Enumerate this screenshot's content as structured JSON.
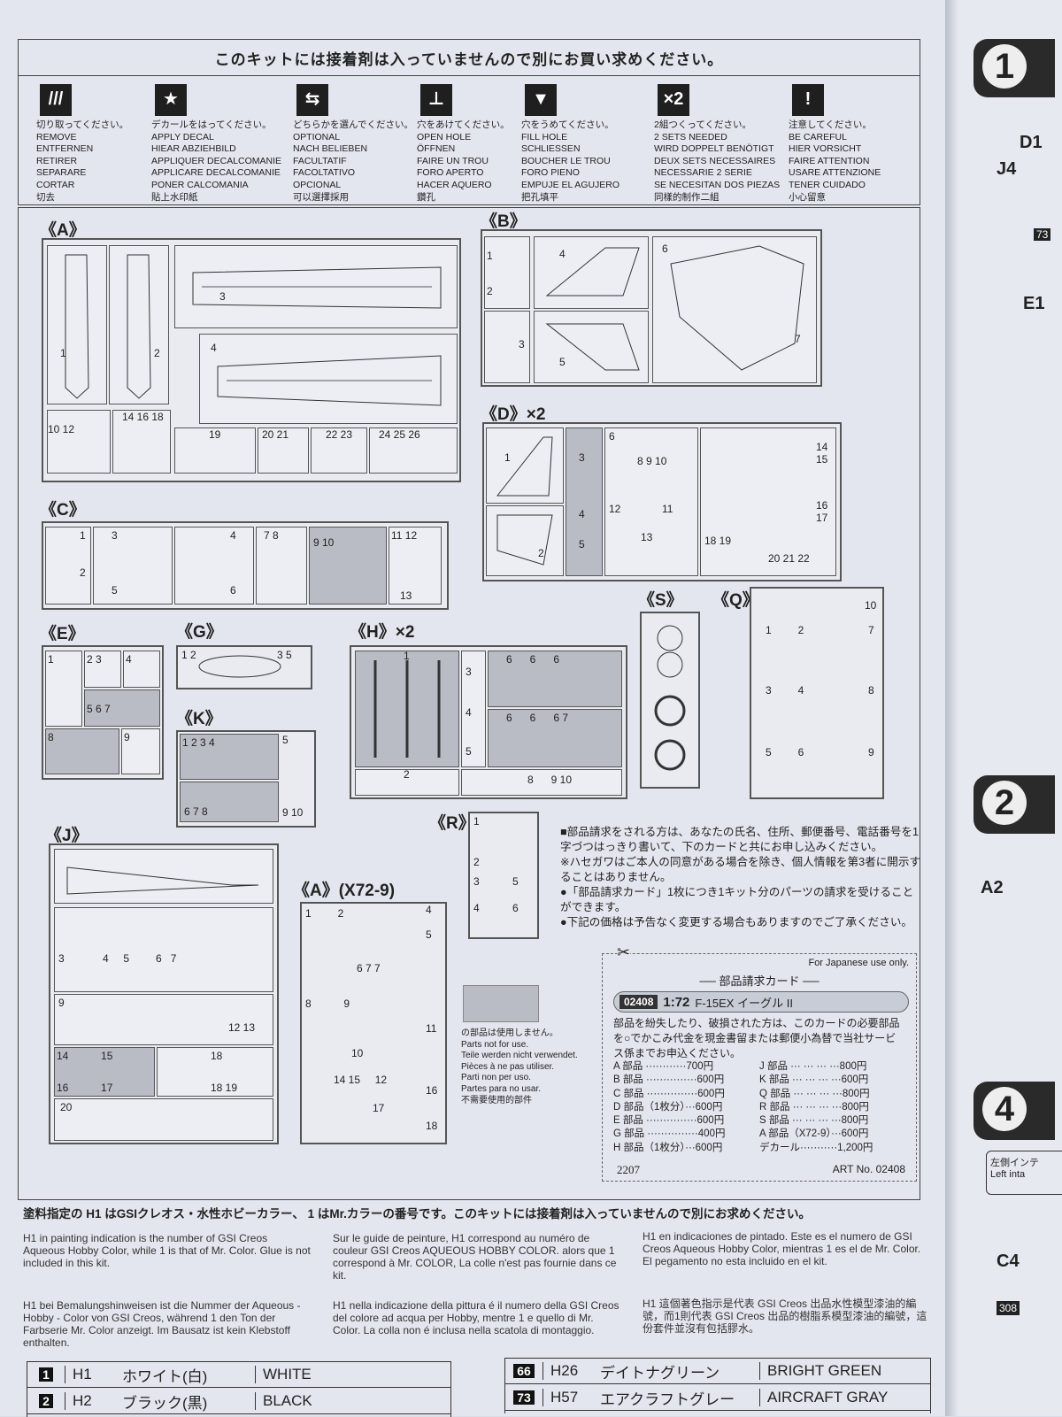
{
  "notice": {
    "title": "このキットには接着剤は入っていませんので別にお買い求めください。",
    "icons": [
      {
        "glyph": "///",
        "icon_name": "cut-icon",
        "lines": [
          "切り取ってください。",
          "REMOVE",
          "ENTFERNEN",
          "RETIRER",
          "SEPARARE",
          "CORTAR",
          "切去"
        ]
      },
      {
        "glyph": "★",
        "icon_name": "decal-star-icon",
        "lines": [
          "デカールをはってください。",
          "APPLY DECAL",
          "HIEAR ABZIEHBILD",
          "APPLIQUER DECALCOMANIE",
          "APPLICARE DECALCOMANIE",
          "PONER CALCOMANIA",
          "貼上水印紙"
        ]
      },
      {
        "glyph": "⇆",
        "icon_name": "optional-arrows-icon",
        "lines": [
          "どちらかを選んでください。",
          "OPTIONAL",
          "NACH BELIEBEN",
          "FACULTATIF",
          "FACOLTATIVO",
          "OPCIONAL",
          "可以選擇採用"
        ]
      },
      {
        "glyph": "⊥",
        "icon_name": "drill-hole-icon",
        "lines": [
          "穴をあけてください。",
          "OPEN HOLE",
          "ÖFFNEN",
          "FAIRE UN TROU",
          "FORO APERTO",
          "HACER AQUERO",
          "鑽孔"
        ]
      },
      {
        "glyph": "▼",
        "icon_name": "fill-hole-icon",
        "lines": [
          "穴をうめてください。",
          "FILL HOLE",
          "SCHLIESSEN",
          "BOUCHER LE TROU",
          "FORO PIENO",
          "EMPUJE EL AGUJERO",
          "把孔填平"
        ]
      },
      {
        "glyph": "×2",
        "icon_name": "two-sets-icon",
        "lines": [
          "2組つくってください。",
          "2 SETS NEEDED",
          "WIRD DOPPELT BENÖTIGT",
          "DEUX SETS NECESSAIRES",
          "NECESSARIE 2 SERIE",
          "SE NECESITAN DOS PIEZAS",
          "同樣的制作二組"
        ]
      },
      {
        "glyph": "!",
        "icon_name": "caution-icon",
        "lines": [
          "注意してください。",
          "BE CAREFUL",
          "HIER VORSICHT",
          "FAIRE ATTENTION",
          "USARE ATTENZIONE",
          "TENER CUIDADO",
          "小心留意"
        ]
      }
    ]
  },
  "sprues": {
    "a": "《A》",
    "b": "《B》",
    "c": "《C》",
    "d": "《D》×2",
    "e": "《E》",
    "g": "《G》",
    "h": "《H》×2",
    "k": "《K》",
    "s": "《S》",
    "q": "《Q》",
    "j": "《J》",
    "r": "《R》",
    "a2": "《A》(X72-9)"
  },
  "parts_note": {
    "lines": [
      "■部品請求をされる方は、あなたの氏名、住所、郵便番号、電話番号を1字づつはっきり書いて、下のカードと共にお申し込みください。",
      "※ハセガワはご本人の同意がある場合を除き、個人情報を第3者に開示することはありません。",
      "●「部品請求カード」1枚につき1キット分のパーツの請求を受けることができます。",
      "●下記の価格は予告なく変更する場合もありますのでご了承ください。"
    ],
    "not_used": [
      "の部品は使用しません。",
      "Parts not for use.",
      "Teile werden nicht verwendet.",
      "Pièces à ne pas utiliser.",
      "Parti non per uso.",
      "Partes para no usar.",
      "不需要使用的部件"
    ]
  },
  "card": {
    "japan_only": "For Japanese use only.",
    "title": "── 部品請求カード ──",
    "code": "02408",
    "scale": "1:72",
    "model": "F-15EX イーグル II",
    "body": "部品を紛失したり、破損された方は、このカードの必要部品を○でかこみ代金を現金書留または郵便小為替で当社サービス係までお申込ください。",
    "prices": [
      [
        "A 部品 ············700円",
        "J 部品 ··· ··· ··· ···800円"
      ],
      [
        "B 部品 ···············600円",
        "K 部品 ··· ··· ··· ···600円"
      ],
      [
        "C 部品 ···············600円",
        "Q 部品 ··· ··· ··· ···800円"
      ],
      [
        "D 部品（1枚分）···600円",
        "R 部品 ··· ··· ··· ···800円"
      ],
      [
        "E 部品 ···············600円",
        "S 部品 ··· ··· ··· ···800円"
      ],
      [
        "G 部品 ···············400円",
        "A 部品（X72-9）···600円"
      ],
      [
        "H 部品（1枚分）···600円",
        "デカール···········1,200円"
      ]
    ],
    "date": "2207",
    "art_no": "ART No. 02408"
  },
  "paint": {
    "heading": "塗料指定の H1 はGSIクレオス・水性ホビーカラー、 1 はMr.カラーの番号です。このキットには接着剤は入っていませんので別にお求めください。",
    "en": "H1 in painting indication is the number of GSI Creos Aqueous Hobby Color, while 1 is that of Mr. Color. Glue is not included in this kit.",
    "fr": "Sur le guide de peinture, H1 correspond au numéro de couleur GSI Creos AQUEOUS HOBBY COLOR. alors que 1 correspond à Mr. COLOR, La colle n'est pas fournie dans ce kit.",
    "es": "H1 en indicaciones de pintado. Este es el numero de GSI Creos Aqueous Hobby Color, mientras 1 es el de Mr. Color. El pegamento no esta incluido en el kit.",
    "de": "H1 bei Bemalungshinweisen ist die Nummer der Aqueous - Hobby - Color von GSI Creos, während 1 den Ton der Farbserie Mr. Color anzeigt. Im Bausatz ist kein Klebstoff enthalten.",
    "it": "H1 nella indicazione della pittura é il numero della GSI Creos del colore ad acqua per Hobby, mentre 1 e quello di Mr. Color. La colla non é inclusa nella scatola di montaggio.",
    "zh": "H1 這個著色指示是代表 GSI Creos 出品水性模型漆油的編號，而1則代表 GSI Creos 出品的樹脂系模型漆油的編號，這份套件並沒有包括膠水。"
  },
  "colors_left": [
    {
      "mr": "1",
      "h": "H1",
      "jp": "ホワイト(白)",
      "en": "WHITE"
    },
    {
      "mr": "2",
      "h": "H2",
      "jp": "ブラック(黒)",
      "en": "BLACK"
    }
  ],
  "colors_right": [
    {
      "mr": "66",
      "h": "H26",
      "jp": "デイトナグリーン",
      "en": "BRIGHT GREEN"
    },
    {
      "mr": "73",
      "h": "H57",
      "jp": "エアクラフトグレー",
      "en": "AIRCRAFT GRAY"
    }
  ],
  "right_page": {
    "steps": [
      "1",
      "2",
      "4"
    ],
    "labels": [
      "D1",
      "J4",
      "73",
      "E1",
      "A2",
      "C4",
      "308"
    ],
    "tag": "左側インテ",
    "tag_en": "Left inta"
  }
}
